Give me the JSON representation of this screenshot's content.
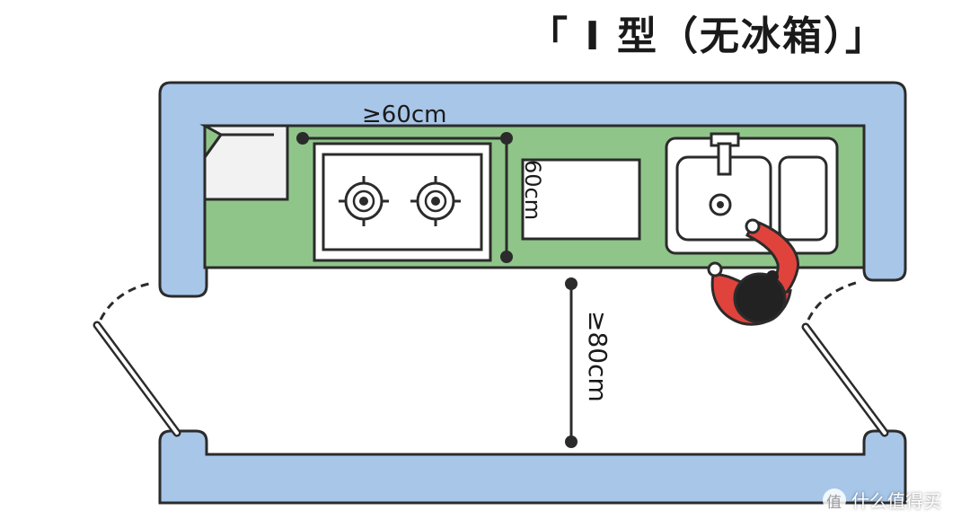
{
  "title": "「 I 型（无冰箱）」",
  "dimensions": {
    "counter_length": "≥60cm",
    "counter_depth": "60cm",
    "aisle_width": "≥80cm"
  },
  "watermark": "什么值得买",
  "colors": {
    "wall": "#a7c6e8",
    "counter": "#8fc589",
    "outline": "#2b2b2b",
    "person_shirt": "#e0433c",
    "person_hair": "#222222"
  },
  "icons": [
    "stove-icon",
    "sink-icon",
    "faucet-icon",
    "person-icon",
    "door-icon",
    "watermark-logo-icon"
  ]
}
